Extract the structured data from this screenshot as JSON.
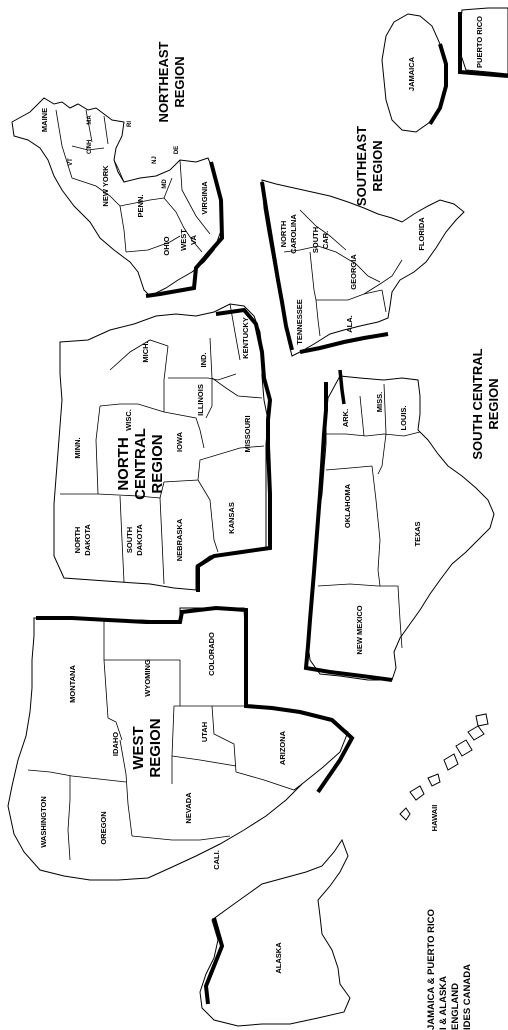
{
  "regions": {
    "northeast": [
      "NORTHEAST",
      "REGION"
    ],
    "southeast": [
      "SOUTHEAST",
      "REGION"
    ],
    "south_central": [
      "SOUTH CENTRAL",
      "REGION"
    ],
    "north_central": [
      "NORTH",
      "CENTRAL",
      "REGION"
    ],
    "west": [
      "WEST",
      "REGION"
    ]
  },
  "states": {
    "maine": "MAINE",
    "ma": "MA",
    "nh": "NH",
    "vt": "VT",
    "ct": "CT",
    "ri": "RI",
    "new_york": "NEW YORK",
    "nj": "NJ",
    "md": "MD",
    "de": "DE",
    "penn": "PENN.",
    "virginia": "VIRGINIA",
    "west_va_1": "WEST",
    "west_va_2": "VA",
    "ohio": "OHIO",
    "north_carolina_1": "NORTH",
    "north_carolina_2": "CAROLINA",
    "south_car_1": "SOUTH",
    "south_car_2": "CAR.",
    "georgia": "GEORGIA",
    "florida": "FLORIDA",
    "tennessee": "TENNESSEE",
    "ala": "ALA.",
    "mich": "MICH.",
    "ind": "IND.",
    "kentucky": "KENTUCKY",
    "illinois": "ILLINOIS",
    "wisc": "WISC.",
    "minn": "MINN.",
    "iowa": "IOWA",
    "missouri": "MISSOURI",
    "north_dakota_1": "NORTH",
    "north_dakota_2": "DAKOTA",
    "south_dakota_1": "SOUTH",
    "south_dakota_2": "DAKOTA",
    "nebraska": "NEBRASKA",
    "kansas": "KANSAS",
    "miss": "MISS.",
    "ark": "ARK.",
    "louis": "LOUIS.",
    "oklahoma": "OKLAHOMA",
    "texas": "TEXAS",
    "new_mexico": "NEW MEXICO",
    "montana": "MONTANA",
    "wyoming": "WYOMING",
    "colorado": "COLORADO",
    "idaho": "IDAHO",
    "utah": "UTAH",
    "arizona": "ARIZONA",
    "nevada": "NEVADA",
    "washington": "WASHINGTON",
    "oregon": "OREGON",
    "cali": "CALI.",
    "alaska": "ALASKA",
    "hawaii": "HAWAII"
  },
  "islands": {
    "jamaica": "JAMAICA",
    "puerto_rico": "PUERTO RICO"
  },
  "footnote": [
    "JAMAICA & PUERTO RICO",
    "I & ALASKA",
    "ENGLAND",
    "IDES CANADA"
  ]
}
